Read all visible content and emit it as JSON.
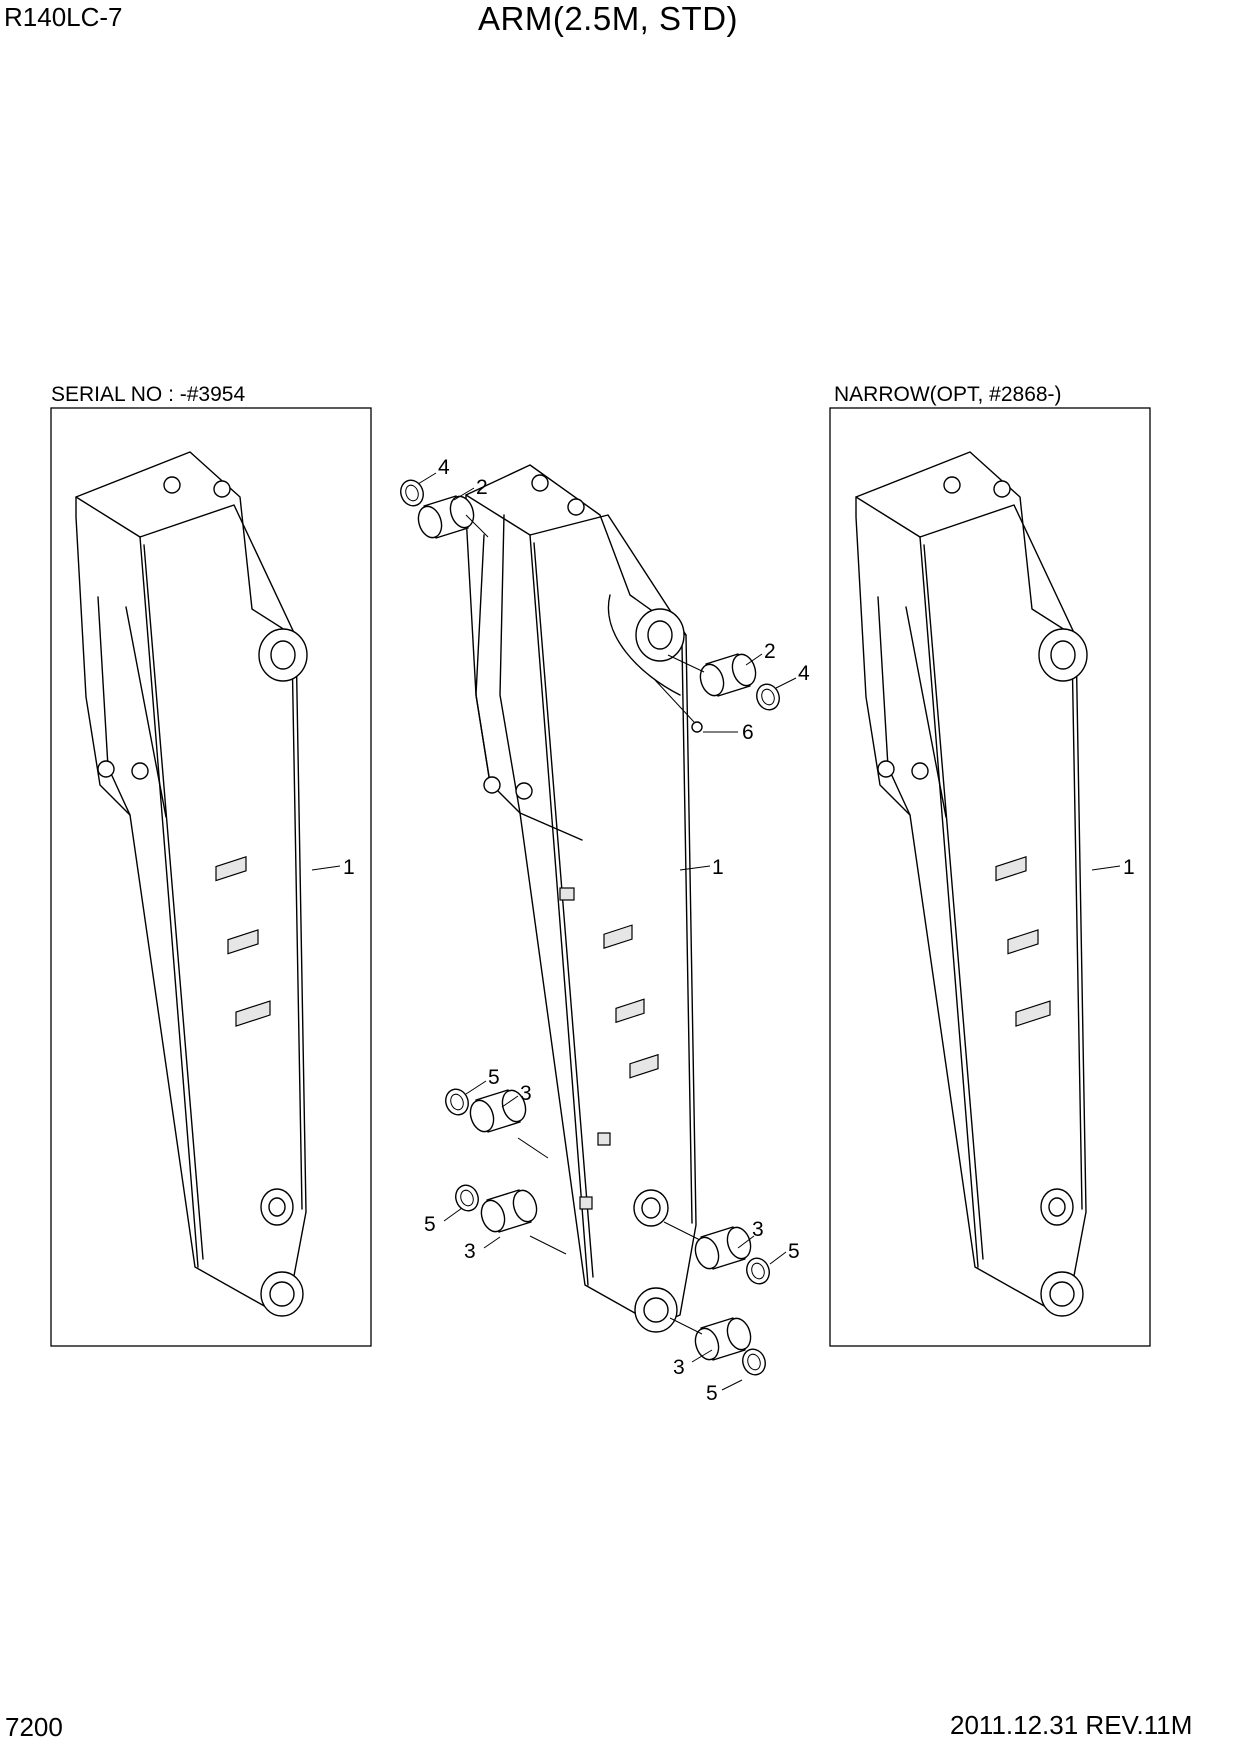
{
  "header": {
    "model": "R140LC-7",
    "title": "ARM(2.5M, STD)"
  },
  "views": {
    "left_caption": "SERIAL NO : -#3954",
    "right_caption": "NARROW(OPT, #2868-)"
  },
  "callouts": {
    "arm": "1",
    "bushing_upper": "2",
    "bushing_lower": "3",
    "shim_upper": "4",
    "shim_lower": "5",
    "grease_nipple": "6"
  },
  "footer": {
    "page_number": "7200",
    "revision": "2011.12.31  REV.11M"
  }
}
